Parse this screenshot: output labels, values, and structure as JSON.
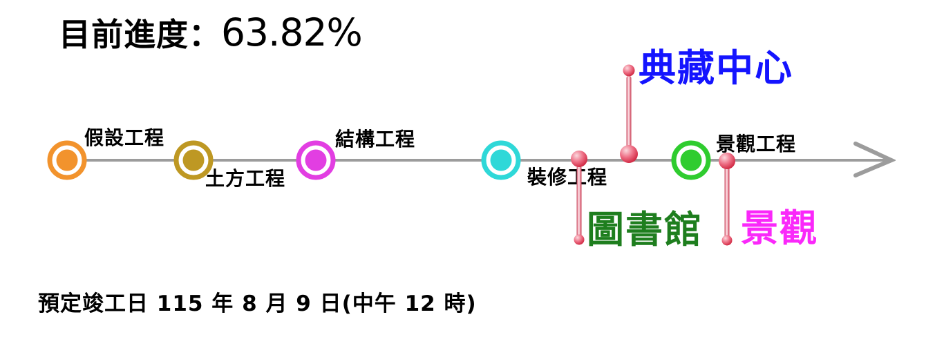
{
  "title": {
    "label": "目前進度：",
    "value": "63.82%"
  },
  "timeline": {
    "line_color": "#9C9C9C",
    "arrow_color": "#9C9C9C",
    "pin_color": "#D12A44",
    "milestones": [
      {
        "label": "假設工程",
        "color": "#F2932D",
        "label_position": "above"
      },
      {
        "label": "土方工程",
        "color": "#BE9823",
        "label_position": "below"
      },
      {
        "label": "結構工程",
        "color": "#E23EE2",
        "label_position": "above"
      },
      {
        "label": "裝修工程",
        "color": "#2FD8D8",
        "label_position": "below"
      },
      {
        "label": "景觀工程",
        "color": "#2FCC2F",
        "label_position": "above"
      }
    ],
    "pins": [
      {
        "label": "圖書館",
        "label_color": "#1E7E1E",
        "direction": "down"
      },
      {
        "label": "典藏中心",
        "label_color": "#1414FF",
        "direction": "up"
      },
      {
        "label": "景觀",
        "label_color": "#FA28FA",
        "direction": "down"
      }
    ]
  },
  "footer": {
    "completion_date": "預定竣工日 115 年 8 月 9 日(中午 12 時)"
  }
}
